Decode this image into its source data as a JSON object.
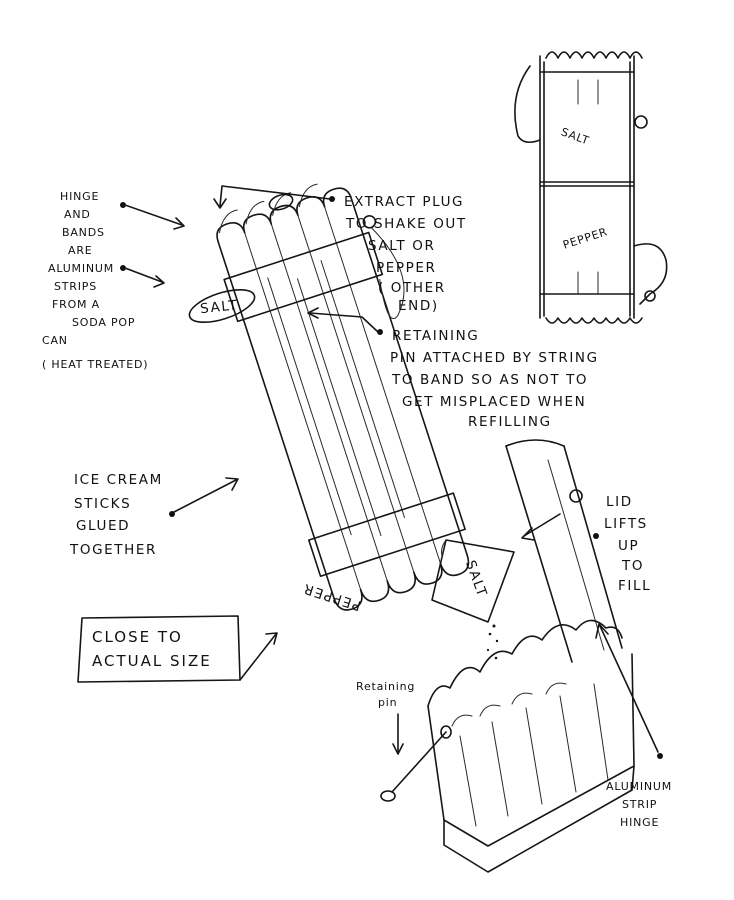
{
  "annotations": {
    "hinge": [
      "HINGE",
      "AND",
      "BANDS",
      "ARE",
      "ALUMINUM",
      "STRIPS",
      "FROM A",
      "SODA POP",
      "CAN",
      "( HEAT TREATED)"
    ],
    "extract_plug": [
      "EXTRACT PLUG",
      "TO SHAKE OUT",
      "SALT OR",
      "PEPPER",
      "( OTHER",
      "END)"
    ],
    "retaining_pin_string": [
      "RETAINING",
      "PIN ATTACHED BY STRING",
      "TO BAND SO AS NOT TO",
      "GET MISPLACED WHEN",
      "REFILLING"
    ],
    "ice_cream": [
      "ICE CREAM",
      "STICKS",
      "GLUED",
      "TOGETHER"
    ],
    "lid": [
      "LID",
      "LIFTS",
      "UP",
      "TO",
      "FILL"
    ],
    "retaining_pin_small": [
      "Retaining",
      "pin"
    ],
    "aluminum_hinge": [
      "ALUMINUM",
      "STRIP",
      "HINGE"
    ]
  },
  "size_note": [
    "CLOSE TO",
    "ACTUAL SIZE"
  ],
  "band_labels": {
    "salt": "SALT",
    "pepper": "PEPPER",
    "packet": "SALT"
  },
  "side_view_labels": {
    "salt": "SALT",
    "pepper": "PEPPER"
  }
}
